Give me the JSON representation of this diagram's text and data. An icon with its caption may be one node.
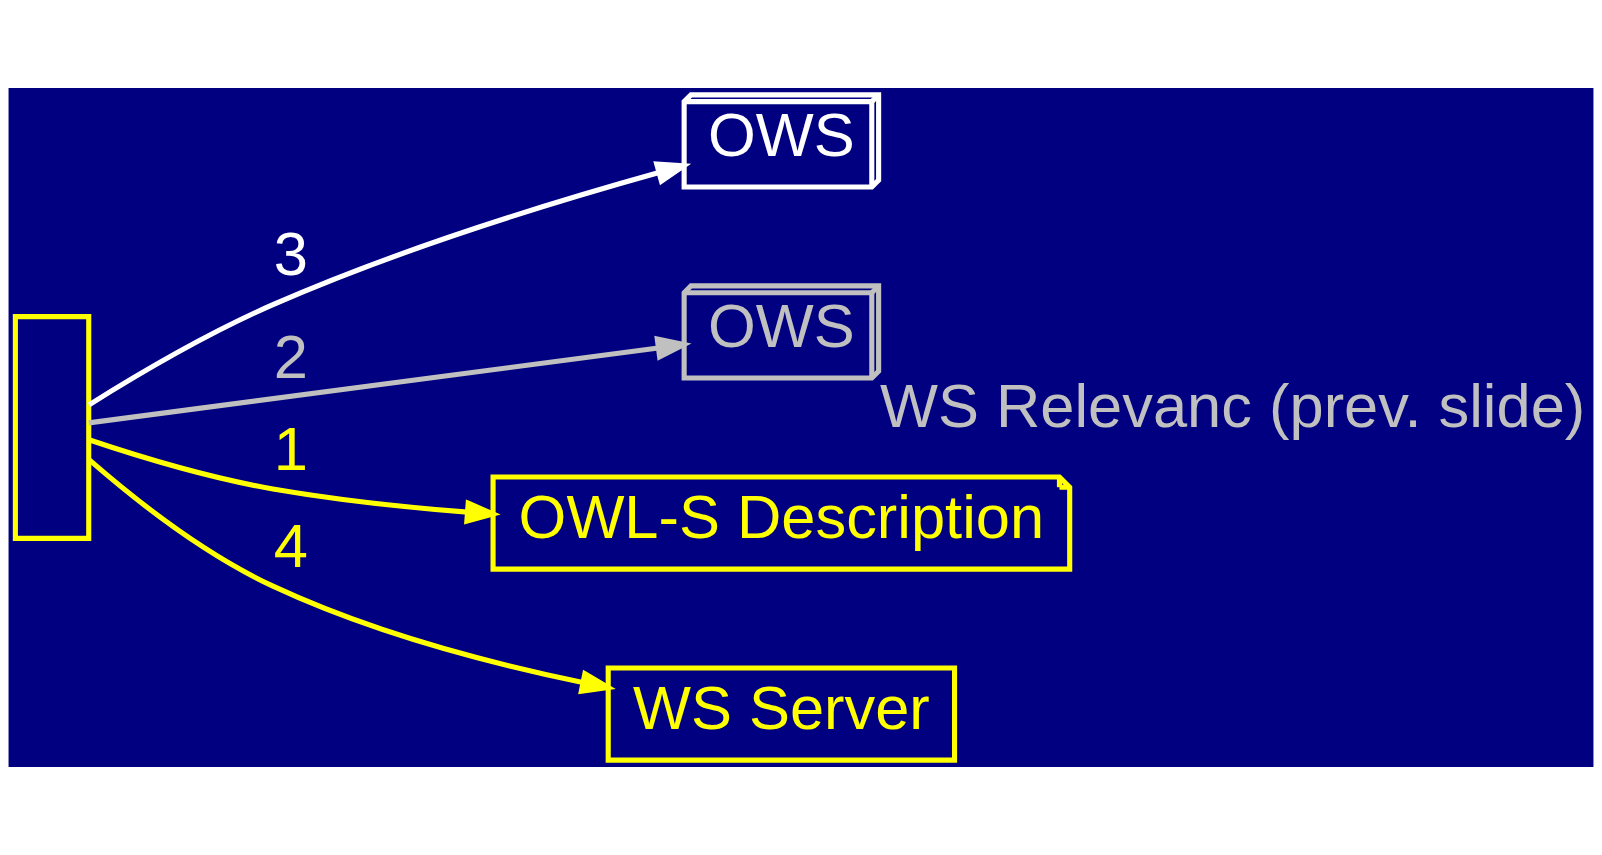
{
  "diagram": {
    "nodes": [
      {
        "text": [],
        "shape": "box"
      },
      {
        "text": [
          "OWS"
        ]
      },
      {
        "text": [
          "OWS"
        ],
        "beside": [
          "WS Relevanc (prev. slide)"
        ]
      },
      {
        "text": [
          "OWL-S Description"
        ]
      },
      {
        "text": [
          "WS Server"
        ]
      }
    ],
    "edges": [
      {
        "from": 0,
        "to": 1,
        "arrow": "to",
        "label": "3",
        "color": "#ffffff"
      },
      {
        "from": 0,
        "to": 2,
        "arrow": "to",
        "label": "2",
        "color": "#c0c0c0"
      },
      {
        "from": 0,
        "to": 3,
        "arrow": "to",
        "label": "1"
      },
      {
        "from": 0,
        "to": 4,
        "arrow": "to",
        "label": "4"
      }
    ]
  }
}
